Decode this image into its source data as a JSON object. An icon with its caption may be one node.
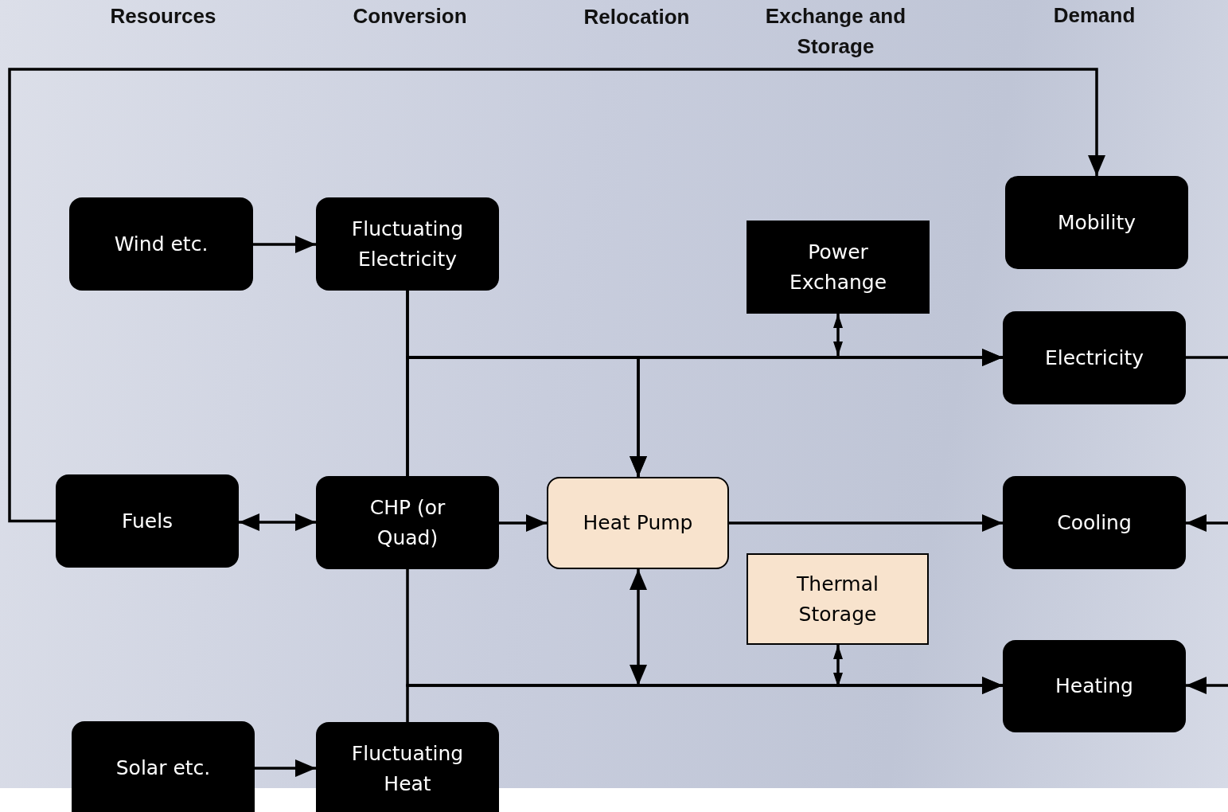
{
  "diagram": {
    "nodes": [
      {
        "text": [
          "Wind etc."
        ]
      },
      {
        "text": [
          "Fluctuating Electricity"
        ]
      },
      {
        "text": [
          "Power Exchange"
        ]
      },
      {
        "text": [
          "Mobility"
        ]
      },
      {
        "text": [
          "Electricity"
        ]
      },
      {
        "text": [
          "Fuels"
        ]
      },
      {
        "text": [
          "CHP (or Quad)"
        ]
      },
      {
        "text": [
          "Heat Pump"
        ]
      },
      {
        "text": [
          "Cooling"
        ]
      },
      {
        "text": [
          "Thermal Storage"
        ]
      },
      {
        "text": [
          "Heating"
        ]
      },
      {
        "text": [
          "Solar etc."
        ]
      },
      {
        "text": [
          "Fluctuating Heat"
        ]
      }
    ],
    "edges": [
      {
        "from": 0,
        "to": 1,
        "arrow": "to"
      },
      {
        "from": 5,
        "to": 3,
        "arrow": "to"
      },
      {
        "from": 5,
        "to": 6,
        "arrow": "both"
      },
      {
        "from": 6,
        "to": 7,
        "arrow": "to"
      },
      {
        "from": 11,
        "to": 12,
        "arrow": "to"
      },
      {
        "from": 1,
        "to": 4,
        "arrow": "to"
      },
      {
        "from": 6,
        "to": 4,
        "arrow": "to"
      },
      {
        "from": 1,
        "to": 7,
        "arrow": "to"
      },
      {
        "from": 6,
        "to": 7,
        "arrow": "to"
      },
      {
        "from": 2,
        "to": null,
        "arrow": "both"
      },
      {
        "from": 7,
        "to": 8,
        "arrow": "to"
      },
      {
        "from": 7,
        "to": null,
        "arrow": "both"
      },
      {
        "from": 6,
        "to": 10,
        "arrow": "to"
      },
      {
        "from": 12,
        "to": 10,
        "arrow": "to"
      },
      {
        "from": 9,
        "to": null,
        "arrow": "both"
      },
      {
        "from": 4,
        "to": null,
        "arrow": "none"
      },
      {
        "from": null,
        "to": 8,
        "arrow": "to"
      },
      {
        "from": null,
        "to": 10,
        "arrow": "to"
      }
    ],
    "labels": [
      "Resources",
      "Conversion",
      "Relocation",
      "Exchange and Storage",
      "Demand"
    ]
  }
}
